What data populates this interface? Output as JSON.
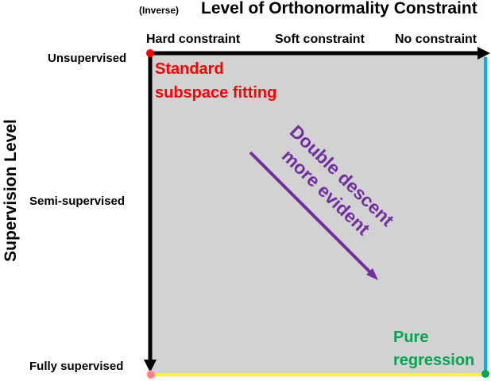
{
  "title": {
    "prefix": "(Inverse)",
    "main": "Level of Orthonormality Constraint"
  },
  "columns": {
    "hard": "Hard constraint",
    "soft": "Soft constraint",
    "none": "No constraint"
  },
  "y_axis_title": "Supervision Level",
  "rows": {
    "unsupervised": "Unsupervised",
    "semi": "Semi-supervised",
    "fully": "Fully supervised"
  },
  "corners": {
    "top_left_line1": "Standard",
    "top_left_line2": "subspace fitting",
    "bottom_right_line1": "Pure",
    "bottom_right_line2": "regression"
  },
  "diagonal": {
    "line1": "Double descent",
    "line2": "more evident"
  },
  "colors": {
    "panel": "#d3d2d2",
    "red": "#ff0000",
    "green": "#00a651",
    "purple": "#7030a0",
    "blue": "#00b0f0",
    "yellow": "#ffff00"
  }
}
